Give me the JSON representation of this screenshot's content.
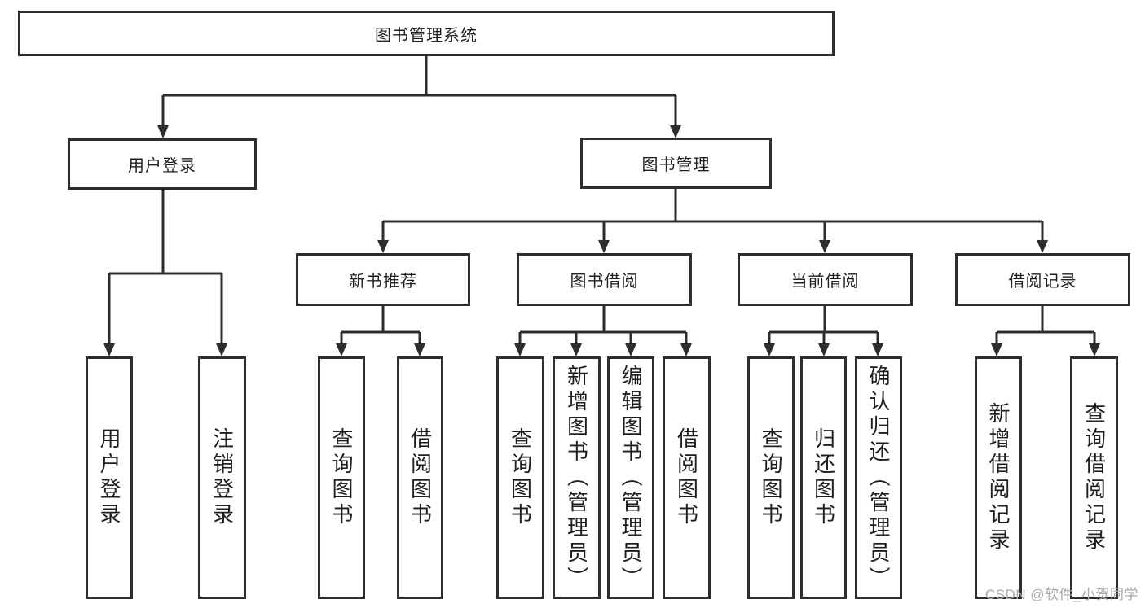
{
  "diagram": {
    "root": "图书管理系统",
    "level2": {
      "login": "用户登录",
      "manage": "图书管理"
    },
    "level3": {
      "recommend": "新书推荐",
      "borrow": "图书借阅",
      "current": "当前借阅",
      "records": "借阅记录"
    },
    "leaves": {
      "login": [
        "用户登录",
        "注销登录"
      ],
      "recommend": [
        "查询图书",
        "借阅图书"
      ],
      "borrow": [
        "查询图书",
        "新增图书（管理员）",
        "编辑图书（管理员）",
        "借阅图书"
      ],
      "current": [
        "查询图书",
        "归还图书",
        "确认归还（管理员）"
      ],
      "records": [
        "新增借阅记录",
        "查询借阅记录"
      ]
    }
  },
  "watermark": "CSDN @软件_小贺同学",
  "colors": {
    "line": "#2d2d2d",
    "box_border": "#2d2d2d",
    "text": "#1f1f1f",
    "watermark": "#a9a9a9",
    "background": "#ffffff"
  }
}
